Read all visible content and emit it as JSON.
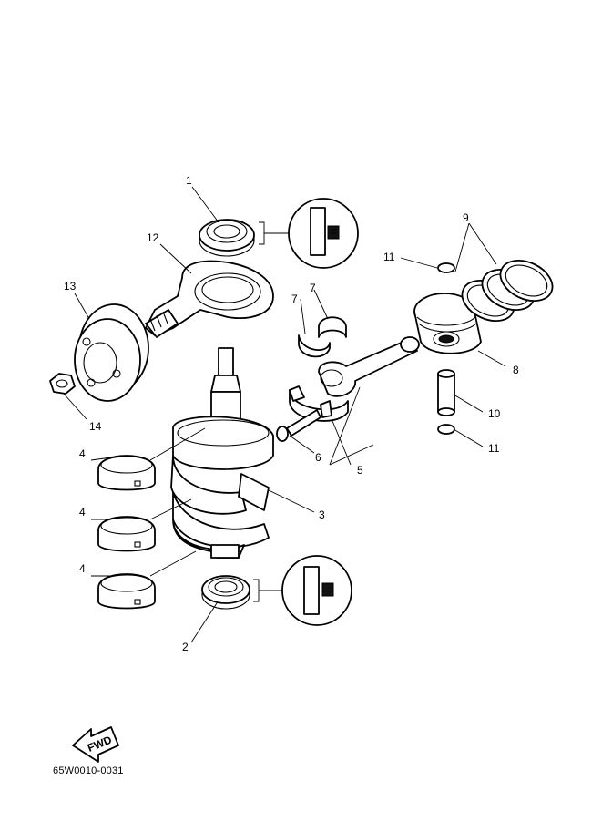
{
  "callouts": {
    "c1": "1",
    "c2": "2",
    "c3": "3",
    "c4a": "4",
    "c4b": "4",
    "c4c": "4",
    "c5": "5",
    "c6": "6",
    "c7a": "7",
    "c7b": "7",
    "c8": "8",
    "c9": "9",
    "c10": "10",
    "c11a": "11",
    "c11b": "11",
    "c12": "12",
    "c13": "13",
    "c14": "14"
  },
  "fwd_label": "FWD",
  "diagram_code": "65W0010-0031"
}
